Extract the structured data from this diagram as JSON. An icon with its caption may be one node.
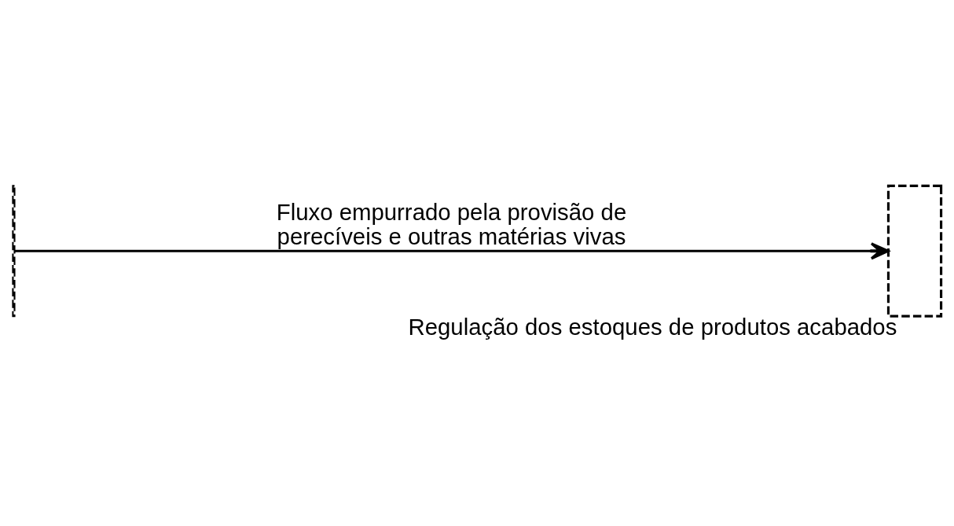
{
  "diagram": {
    "nodes": [
      {
        "text": [],
        "shape": "bar"
      },
      {
        "text": [],
        "shape": "box",
        "beside": [
          "Regulação dos estoques de produtos acabados"
        ]
      }
    ],
    "edges": [
      {
        "from": 0,
        "to": 1,
        "arrow": "to",
        "label": "Fluxo empurrado pela provisão de perecíveis e outras matérias vivas"
      }
    ]
  }
}
